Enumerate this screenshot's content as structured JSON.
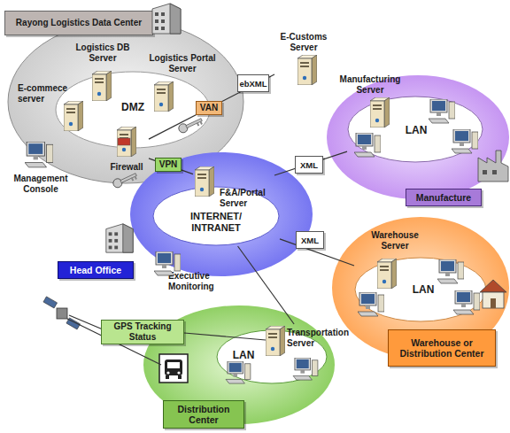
{
  "diagram": {
    "nodes": [
      {
        "text": [
          "Rayong Logistics Data Center"
        ]
      },
      {
        "text": [
          "Logistics DB Server"
        ],
        "in": 0
      },
      {
        "text": [
          "Logistics Portal Server"
        ],
        "in": 0
      },
      {
        "text": [
          "E-commece server"
        ],
        "in": 0
      },
      {
        "text": [
          "DMZ"
        ],
        "in": 0
      },
      {
        "text": [
          "Firewall"
        ],
        "in": 0
      },
      {
        "text": [
          "Management Console"
        ],
        "in": 0
      },
      {
        "text": [
          "E-Customs Server"
        ]
      },
      {
        "text": [
          "Manufacture"
        ]
      },
      {
        "text": [
          "Manufacturing Server"
        ],
        "in": 8
      },
      {
        "text": [
          "LAN"
        ],
        "in": 8
      },
      {
        "text": [
          "Head Office"
        ]
      },
      {
        "text": [
          "F&A/Portal Server"
        ],
        "in": 11
      },
      {
        "text": [
          "INTERNET/ INTRANET"
        ],
        "in": 11
      },
      {
        "text": [
          "Executive Monitoring"
        ],
        "in": 11
      },
      {
        "text": [
          "Warehouse or Distribution Center"
        ]
      },
      {
        "text": [
          "Warehouse Server"
        ],
        "in": 15
      },
      {
        "text": [
          "LAN"
        ],
        "in": 15
      },
      {
        "text": [
          "Distribution Center"
        ]
      },
      {
        "text": [
          "Transportation Server"
        ],
        "in": 18
      },
      {
        "text": [
          "LAN"
        ],
        "in": 18
      }
    ],
    "edges": [
      {
        "from": 5,
        "to": 7,
        "label": "VAN",
        "arrow": "none"
      },
      {
        "from": 5,
        "to": 12,
        "label": "VPN",
        "arrow": "none"
      },
      {
        "from": 12,
        "to": 10,
        "arrow": "none"
      },
      {
        "from": 13,
        "to": 17,
        "arrow": "none"
      },
      {
        "from": 13,
        "to": 19,
        "arrow": "none"
      }
    ],
    "labels": [
      "ebXML",
      "XML",
      "XML",
      "GPS Tracking Status"
    ]
  }
}
